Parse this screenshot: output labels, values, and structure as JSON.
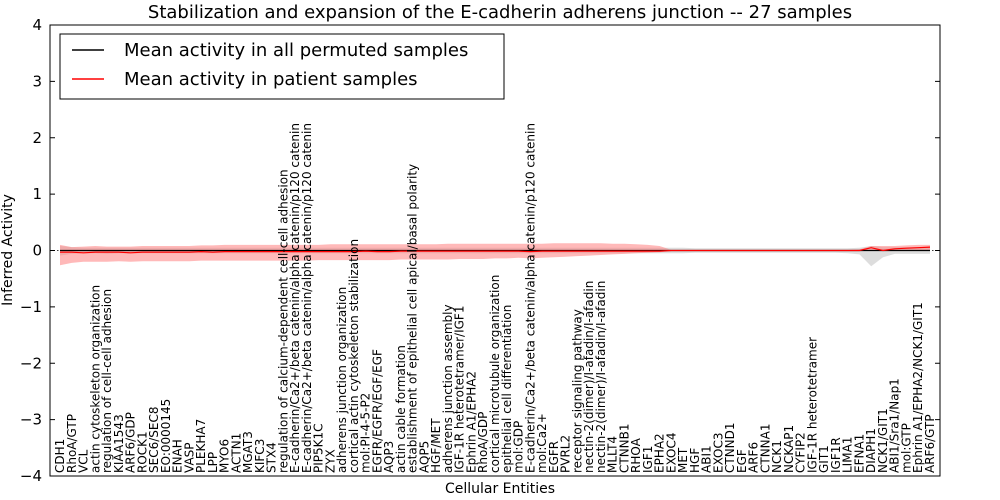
{
  "chart_data": {
    "type": "line",
    "title": "Stabilization and expansion of the E-cadherin adherens junction -- 27 samples",
    "xlabel": "Cellular Entities",
    "ylabel": "Inferred Activity",
    "ylim": [
      -4,
      4
    ],
    "yticks": [
      "4",
      "3",
      "2",
      "1",
      "0",
      "−1",
      "−2",
      "−3",
      "−4"
    ],
    "legend_position": "top-left",
    "categories": [
      "CDH1",
      "RhoA/GTP",
      "VCL",
      "actin cytoskeleton organization",
      "regulation of cell-cell adhesion",
      "KIAA1543",
      "ARF6/GDP",
      "ROCK1",
      "SEC6/SEC8",
      "EO:0000145",
      "ENAH",
      "VASP",
      "PLEKHA7",
      "LPP",
      "MYO6",
      "ACTN1",
      "MGAT3",
      "KIFC3",
      "STX4",
      "regulation of calcium-dependent cell-cell adhesion",
      "E-cadherin/Ca2+/beta catenin/alpha catenin/p120 catenin",
      "E-cadherin/Ca2+/beta catenin/alpha catenin/p120 catenin",
      "PIP5K1C",
      "ZYX",
      "adherens junction organization",
      "cortical actin cytoskeleton stabilization",
      "mol:PI-4-5-P2",
      "EGFR/EGFR/EGF/EGF",
      "AQP3",
      "actin cable formation",
      "establishment of epithelial cell apical/basal polarity",
      "AQP5",
      "HGF/MET",
      "adherens junction assembly",
      "IGF-1R heterotetramer/IGF1",
      "Ephrin A1/EPHA2",
      "RhoA/GDP",
      "cortical microtubule organization",
      "epithelial cell differentiation",
      "mol:GDP",
      "E-cadherin/Ca2+/beta catenin/alpha catenin/p120 catenin",
      "mol:Ca2+",
      "EGFR",
      "PVRL2",
      "receptor signaling pathway",
      "nectin-2(dimer)/I-afadin/I-afadin",
      "nectin-2(dimer)/I-afadin/I-afadin",
      "MLLT4",
      "CTNNB1",
      "RHOA",
      "IGF1",
      "EPHA2",
      "EXOC4",
      "MET",
      "HGF",
      "ABI1",
      "EXOC3",
      "CTNND1",
      "EGF",
      "ARF6",
      "CTNNA1",
      "NCK1",
      "NCKAP1",
      "CYFIP2",
      "IGF-1R heterotetramer",
      "GIT1",
      "IGF1R",
      "LIMA1",
      "EFNA1",
      "DIAPH1",
      "NCK1/GIT1",
      "ABI1/Sra1/Nap1",
      "mol:GTP",
      "Ephrin A1/EPHA2/NCK1/GIT1",
      "ARF6/GTP"
    ],
    "series": [
      {
        "name": "Mean activity in all permuted samples",
        "color": "#000000",
        "band_color": "#b4b4b4",
        "values": [
          0.0,
          0.0,
          0.0,
          0.0,
          0.0,
          0.0,
          0.0,
          0.0,
          0.0,
          0.0,
          0.0,
          0.0,
          0.0,
          0.0,
          0.0,
          0.0,
          0.0,
          0.0,
          0.0,
          0.0,
          0.0,
          0.0,
          0.0,
          0.0,
          0.0,
          0.0,
          0.0,
          0.0,
          0.0,
          0.0,
          0.0,
          0.0,
          0.0,
          0.0,
          0.0,
          0.0,
          0.0,
          0.0,
          0.0,
          0.0,
          0.0,
          0.0,
          0.0,
          0.0,
          0.0,
          0.0,
          0.0,
          0.0,
          0.0,
          0.0,
          0.0,
          0.0,
          0.0,
          0.0,
          0.0,
          0.0,
          0.0,
          0.0,
          0.0,
          0.0,
          0.0,
          0.0,
          0.0,
          0.0,
          0.0,
          0.0,
          0.0,
          0.0,
          0.0,
          0.0,
          0.0,
          0.0,
          0.0,
          0.0,
          0.0
        ],
        "lower": [
          -0.09,
          -0.06,
          -0.05,
          -0.05,
          -0.06,
          -0.05,
          -0.05,
          -0.05,
          -0.05,
          -0.05,
          -0.05,
          -0.05,
          -0.05,
          -0.05,
          -0.05,
          -0.05,
          -0.05,
          -0.05,
          -0.05,
          -0.05,
          -0.05,
          -0.05,
          -0.05,
          -0.05,
          -0.05,
          -0.05,
          -0.05,
          -0.05,
          -0.05,
          -0.05,
          -0.05,
          -0.05,
          -0.05,
          -0.05,
          -0.05,
          -0.05,
          -0.05,
          -0.05,
          -0.05,
          -0.05,
          -0.05,
          -0.05,
          -0.05,
          -0.05,
          -0.05,
          -0.05,
          -0.05,
          -0.05,
          -0.05,
          -0.05,
          -0.05,
          -0.05,
          -0.05,
          -0.05,
          -0.04,
          -0.04,
          -0.04,
          -0.04,
          -0.04,
          -0.04,
          -0.04,
          -0.04,
          -0.04,
          -0.04,
          -0.04,
          -0.04,
          -0.04,
          -0.05,
          -0.07,
          -0.28,
          -0.12,
          -0.06,
          -0.06,
          -0.06,
          -0.06
        ],
        "upper": [
          0.08,
          0.06,
          0.05,
          0.05,
          0.05,
          0.05,
          0.05,
          0.05,
          0.05,
          0.05,
          0.05,
          0.05,
          0.05,
          0.05,
          0.05,
          0.05,
          0.05,
          0.05,
          0.05,
          0.05,
          0.05,
          0.05,
          0.05,
          0.05,
          0.05,
          0.05,
          0.05,
          0.05,
          0.05,
          0.05,
          0.05,
          0.05,
          0.05,
          0.05,
          0.05,
          0.05,
          0.05,
          0.05,
          0.05,
          0.05,
          0.05,
          0.05,
          0.05,
          0.05,
          0.05,
          0.05,
          0.05,
          0.05,
          0.05,
          0.05,
          0.05,
          0.05,
          0.05,
          0.05,
          0.04,
          0.04,
          0.04,
          0.04,
          0.04,
          0.04,
          0.04,
          0.04,
          0.04,
          0.04,
          0.04,
          0.04,
          0.04,
          0.04,
          0.05,
          0.08,
          0.06,
          0.06,
          0.06,
          0.06,
          0.06
        ]
      },
      {
        "name": "Mean activity in patient samples",
        "color": "#ff0000",
        "band_color": "#ff8080",
        "values": [
          -0.03,
          -0.03,
          -0.04,
          -0.03,
          -0.03,
          -0.03,
          -0.04,
          -0.03,
          -0.03,
          -0.03,
          -0.03,
          -0.03,
          -0.02,
          -0.03,
          -0.02,
          -0.02,
          -0.02,
          -0.02,
          -0.02,
          -0.02,
          -0.02,
          -0.02,
          -0.02,
          -0.02,
          -0.02,
          -0.02,
          -0.01,
          -0.02,
          -0.02,
          -0.01,
          -0.01,
          -0.01,
          -0.01,
          -0.01,
          -0.01,
          -0.01,
          -0.01,
          -0.01,
          -0.01,
          -0.01,
          -0.02,
          -0.01,
          -0.01,
          -0.01,
          -0.01,
          -0.01,
          -0.01,
          -0.01,
          -0.01,
          -0.01,
          -0.01,
          -0.01,
          0.0,
          0.0,
          0.0,
          0.0,
          0.0,
          0.0,
          0.0,
          0.0,
          0.0,
          0.0,
          0.0,
          0.0,
          0.0,
          0.0,
          0.0,
          0.0,
          0.0,
          0.05,
          0.0,
          0.03,
          0.04,
          0.05,
          0.06
        ],
        "lower": [
          -0.26,
          -0.22,
          -0.2,
          -0.2,
          -0.2,
          -0.19,
          -0.2,
          -0.19,
          -0.19,
          -0.19,
          -0.19,
          -0.19,
          -0.18,
          -0.18,
          -0.18,
          -0.18,
          -0.18,
          -0.18,
          -0.18,
          -0.18,
          -0.18,
          -0.18,
          -0.17,
          -0.17,
          -0.17,
          -0.17,
          -0.17,
          -0.17,
          -0.17,
          -0.16,
          -0.16,
          -0.16,
          -0.16,
          -0.16,
          -0.15,
          -0.15,
          -0.15,
          -0.14,
          -0.14,
          -0.13,
          -0.14,
          -0.13,
          -0.12,
          -0.11,
          -0.1,
          -0.09,
          -0.08,
          -0.07,
          -0.06,
          -0.05,
          -0.04,
          -0.03,
          -0.01,
          -0.01,
          -0.01,
          -0.01,
          -0.01,
          -0.01,
          -0.01,
          -0.01,
          -0.01,
          -0.01,
          -0.01,
          -0.01,
          -0.01,
          -0.01,
          -0.01,
          -0.01,
          -0.01,
          0.0,
          -0.01,
          0.0,
          0.0,
          0.0,
          0.0
        ],
        "upper": [
          0.1,
          0.06,
          0.07,
          0.08,
          0.07,
          0.07,
          0.07,
          0.08,
          0.08,
          0.08,
          0.08,
          0.08,
          0.09,
          0.09,
          0.1,
          0.1,
          0.1,
          0.1,
          0.1,
          0.1,
          0.1,
          0.1,
          0.1,
          0.11,
          0.11,
          0.11,
          0.11,
          0.11,
          0.11,
          0.11,
          0.11,
          0.11,
          0.11,
          0.12,
          0.12,
          0.12,
          0.12,
          0.12,
          0.12,
          0.12,
          0.12,
          0.12,
          0.13,
          0.13,
          0.13,
          0.13,
          0.13,
          0.12,
          0.12,
          0.11,
          0.1,
          0.08,
          0.01,
          0.01,
          0.01,
          0.01,
          0.01,
          0.01,
          0.01,
          0.01,
          0.01,
          0.01,
          0.01,
          0.01,
          0.01,
          0.01,
          0.01,
          0.01,
          0.02,
          0.08,
          0.08,
          0.08,
          0.09,
          0.1,
          0.1
        ]
      }
    ]
  }
}
